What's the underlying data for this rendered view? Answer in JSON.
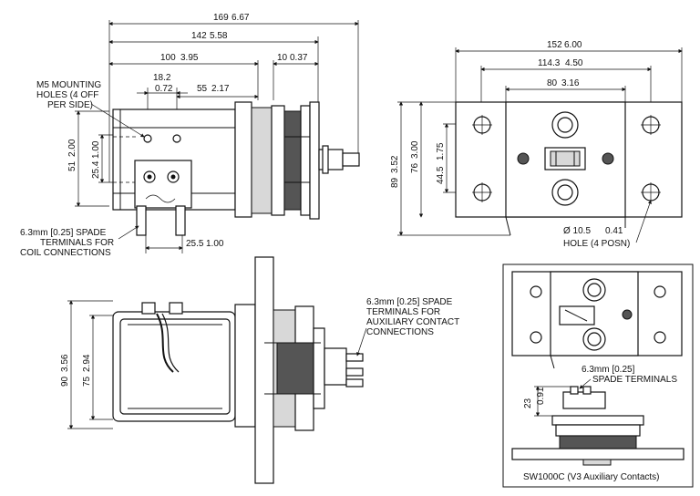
{
  "dims_top": [
    "169",
    "6.67",
    "142",
    "5.58",
    "100",
    "3.95",
    "10",
    "0.37",
    "18.2",
    "0.72",
    "55",
    "2.17",
    "51",
    "2.00",
    "25.4",
    "1.00",
    "25.5",
    "1.00"
  ],
  "dims_right": [
    "152",
    "6.00",
    "114.3",
    "4.50",
    "80",
    "3.16",
    "89",
    "3.52",
    "76",
    "3.00",
    "44.5",
    "1.75"
  ],
  "dims_bottom": [
    "90",
    "3.56",
    "75",
    "2.94"
  ],
  "dims_inset": [
    "23",
    "0.91"
  ],
  "notes": {
    "mounting": [
      "M5 MOUNTING",
      "HOLES (4 OFF",
      "PER SIDE)"
    ],
    "spade_coil": [
      "6.3mm [0.25] SPADE",
      "TERMINALS FOR",
      "COIL CONNECTIONS"
    ],
    "hole": [
      "Ø 10.5",
      "0.41",
      "HOLE (4 POSN)"
    ],
    "aux": [
      "6.3mm [0.25] SPADE",
      "TERMINALS FOR",
      "AUXILIARY CONTACT",
      "CONNECTIONS"
    ],
    "inset_spade": [
      "6.3mm [0.25]",
      "SPADE TERMINALS"
    ],
    "inset_caption": "SW1000C (V3 Auxiliary Contacts)"
  }
}
